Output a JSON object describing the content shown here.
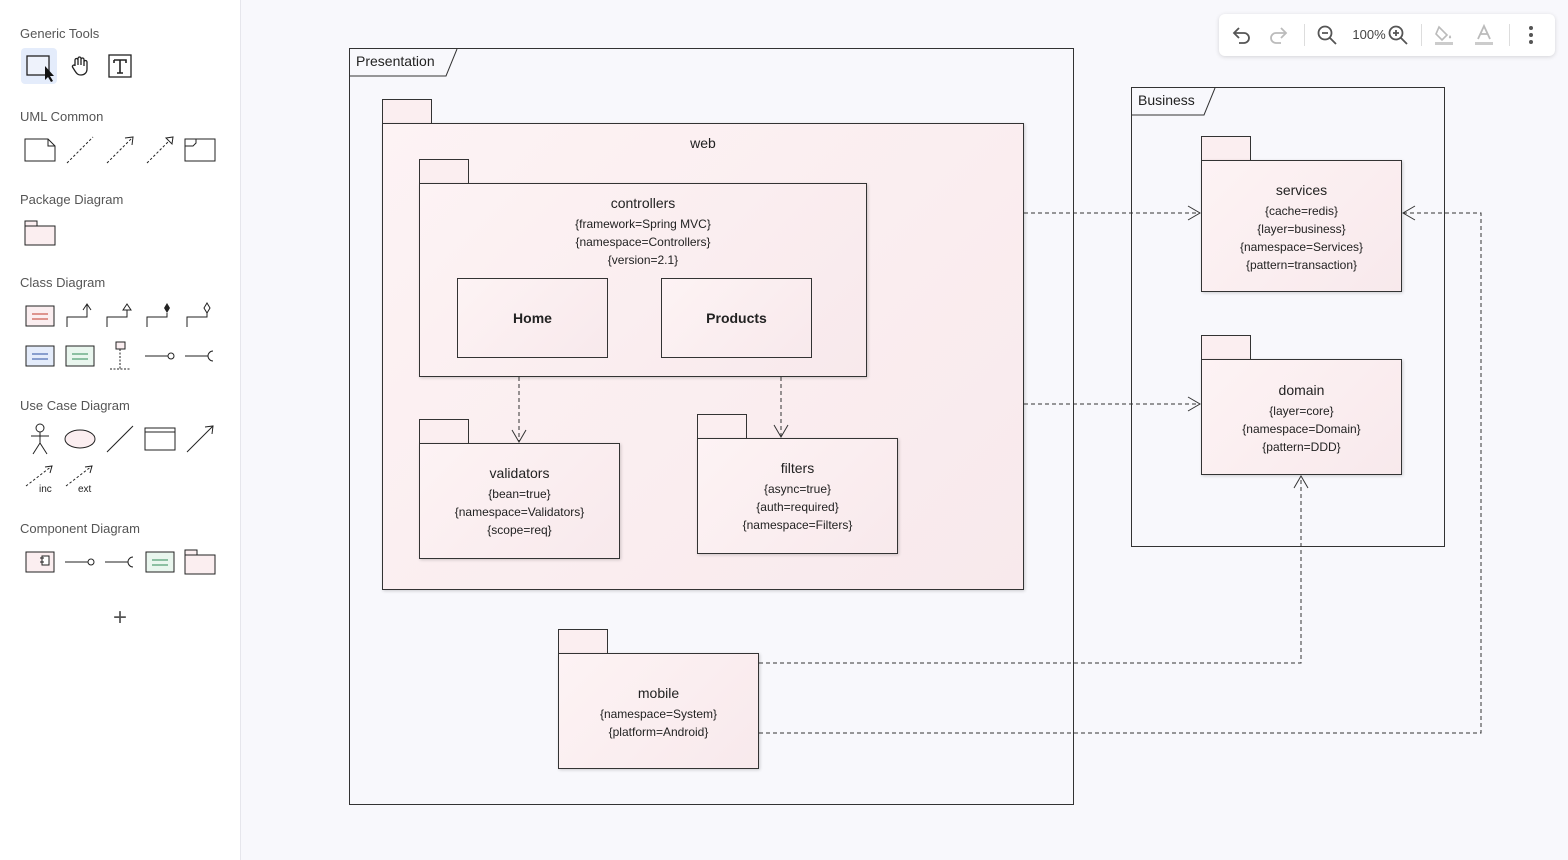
{
  "sidebar": {
    "sections": [
      {
        "title": "Generic Tools",
        "tools": [
          "select-tool",
          "hand-tool",
          "text-tool"
        ]
      },
      {
        "title": "UML Common",
        "tools": [
          "note",
          "dashed-link",
          "dependency",
          "realization-arrow",
          "frame"
        ]
      },
      {
        "title": "Package Diagram",
        "tools": [
          "package"
        ]
      },
      {
        "title": "Class Diagram",
        "tools": [
          "class",
          "association",
          "generalization",
          "composition",
          "aggregation",
          "interface",
          "enumeration",
          "anchor",
          "lollipop",
          "socket"
        ]
      },
      {
        "title": "Use Case Diagram",
        "tools": [
          "actor",
          "use-case",
          "association-line",
          "system-boundary",
          "directed-association",
          "include",
          "extend"
        ]
      },
      {
        "title": "Component Diagram",
        "tools": [
          "component",
          "provided-interface",
          "required-interface",
          "interface-class",
          "subsystem"
        ]
      }
    ],
    "include_label": "inc",
    "extend_label": "ext",
    "add_label": "+"
  },
  "toolbar": {
    "zoom": "100%",
    "icons": [
      "undo-icon",
      "redo-icon",
      "zoom-out-icon",
      "zoom-in-icon",
      "fill-color-icon",
      "text-color-icon",
      "more-icon"
    ]
  },
  "diagram": {
    "presentation_label": "Presentation",
    "business_label": "Business",
    "web": {
      "name": "web"
    },
    "controllers": {
      "name": "controllers",
      "props": [
        "{framework=Spring MVC}",
        "{namespace=Controllers}",
        "{version=2.1}"
      ]
    },
    "home": {
      "name": "Home"
    },
    "products": {
      "name": "Products"
    },
    "validators": {
      "name": "validators",
      "props": [
        "{bean=true}",
        "{namespace=Validators}",
        "{scope=req}"
      ]
    },
    "filters": {
      "name": "filters",
      "props": [
        "{async=true}",
        "{auth=required}",
        "{namespace=Filters}"
      ]
    },
    "mobile": {
      "name": "mobile",
      "props": [
        "{namespace=System}",
        "{platform=Android}"
      ]
    },
    "services": {
      "name": "services",
      "props": [
        "{cache=redis}",
        "{layer=business}",
        "{namespace=Services}",
        "{pattern=transaction}"
      ]
    },
    "domain": {
      "name": "domain",
      "props": [
        "{layer=core}",
        "{namespace=Domain}",
        "{pattern=DDD}"
      ]
    }
  },
  "colors": {
    "package_fill": "#fbeef0",
    "active_tool": "#e4ecfb",
    "line": "#333333"
  }
}
